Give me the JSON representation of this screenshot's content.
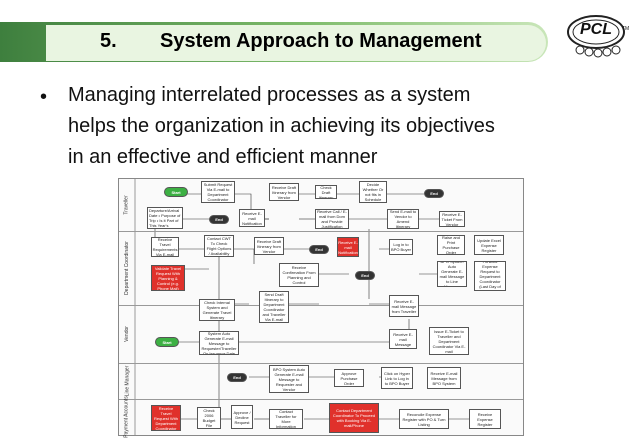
{
  "slide": {
    "number": "5.",
    "title": "System Approach to Management",
    "bullet_symbol": "•",
    "bullet_lines": [
      "Managing interrelated processes as a system",
      "helps the organization in achieving its objectives",
      "in an effective and efficient manner"
    ],
    "logo_text": "PCL",
    "logo_tm": "TM"
  },
  "flowchart": {
    "lanes": [
      {
        "label": "Traveller"
      },
      {
        "label": "Department Coordinator"
      },
      {
        "label": "Vendor"
      },
      {
        "label": "Line Manager"
      },
      {
        "label": "Payment Accounts"
      }
    ],
    "boxes": [
      {
        "id": "start1",
        "text": "Start",
        "kind": "green"
      },
      {
        "id": "b1",
        "text": "Submit Request Via E-mail to Department Coordinator",
        "kind": "plain"
      },
      {
        "id": "b2",
        "text": "Receive Draft Itinerary from Vendor",
        "kind": "plain"
      },
      {
        "id": "b3",
        "text": "Check Draft Itinerary",
        "kind": "plain"
      },
      {
        "id": "b4",
        "text": "Decide Whether Or not fits in Schedule",
        "kind": "plain"
      },
      {
        "id": "end1",
        "text": "End",
        "kind": "dark"
      },
      {
        "id": "b5",
        "text": "• Destination • Departure/Arrival Date • Purpose of Trip • Is it Part of This Year's Budget?",
        "kind": "plain"
      },
      {
        "id": "end2",
        "text": "End",
        "kind": "dark"
      },
      {
        "id": "b6",
        "text": "Receive E-mail Notification",
        "kind": "plain"
      },
      {
        "id": "b7",
        "text": "Receive Call / E-mail from Dom and Provide Justification",
        "kind": "plain"
      },
      {
        "id": "b8",
        "text": "Send E-mail to Vendor to Amend Itinerary",
        "kind": "plain"
      },
      {
        "id": "b9",
        "text": "Receive E-Ticket From Vendor",
        "kind": "plain"
      },
      {
        "id": "b10",
        "text": "Receive Travel Requirements Via E-mail",
        "kind": "plain"
      },
      {
        "id": "b11",
        "text": "Contact CWT To Check Flight Options / Availability",
        "kind": "plain"
      },
      {
        "id": "b12",
        "text": "Receive Draft Itinerary from Vendor",
        "kind": "plain"
      },
      {
        "id": "end3",
        "text": "End",
        "kind": "dark"
      },
      {
        "id": "r1",
        "text": "Receive E-mail Notification",
        "kind": "red"
      },
      {
        "id": "b13",
        "text": "Log in to BPO Buyer",
        "kind": "plain"
      },
      {
        "id": "b14",
        "text": "Raise and Print Purchase Order",
        "kind": "plain"
      },
      {
        "id": "b15",
        "text": "Update Excel Expense Register",
        "kind": "plain"
      },
      {
        "id": "r2",
        "text": "Validate Travel Request With Planning & Control (e.g. Phone Mail)",
        "kind": "red"
      },
      {
        "id": "b16",
        "text": "Receive Confirmation From Planning and Control",
        "kind": "plain"
      },
      {
        "id": "end4",
        "text": "End",
        "kind": "dark"
      },
      {
        "id": "b17",
        "text": "BPO System Auto Generate E-mail Message to Line Manager",
        "kind": "plain"
      },
      {
        "id": "b18",
        "text": "Forward Expense Request to Department Coordinator (Last Day of Each Month)",
        "kind": "plain"
      },
      {
        "id": "b19",
        "text": "Check Internal System and Generate Travel Itinerary",
        "kind": "plain"
      },
      {
        "id": "b20",
        "text": "Send Draft Itinerary to Department Coordinator and Traveller Via E-mail",
        "kind": "plain"
      },
      {
        "id": "b21",
        "text": "Receive E-mail Message from Traveller",
        "kind": "plain"
      },
      {
        "id": "start2",
        "text": "Start",
        "kind": "green"
      },
      {
        "id": "b22",
        "text": "System Auto Generate E-mail Message to Requester/Traveller On Issuance Date",
        "kind": "plain"
      },
      {
        "id": "b23",
        "text": "Receive E-mail Message",
        "kind": "plain"
      },
      {
        "id": "b24",
        "text": "Issue E-Ticket to Traveller and Department Coordinator Via E-mail",
        "kind": "plain"
      },
      {
        "id": "end5",
        "text": "End",
        "kind": "dark"
      },
      {
        "id": "b25",
        "text": "BPO System Auto Generate E-mail Message to Requester and Vendor",
        "kind": "plain"
      },
      {
        "id": "b26",
        "text": "Approve Purchase Order",
        "kind": "plain"
      },
      {
        "id": "b27",
        "text": "Click on Hyper Link to Log in to BPO Buyer",
        "kind": "plain"
      },
      {
        "id": "b28",
        "text": "Receive E-mail Message from BPO System",
        "kind": "plain"
      },
      {
        "id": "r3",
        "text": "Receive Travel Request With Department Coordinator",
        "kind": "red"
      },
      {
        "id": "b29",
        "text": "Check 2006 Budget File",
        "kind": "plain"
      },
      {
        "id": "b30",
        "text": "Approve / Decline Request",
        "kind": "plain"
      },
      {
        "id": "b31",
        "text": "Contact Traveller for More Information",
        "kind": "plain"
      },
      {
        "id": "r4",
        "text": "Contact Department Coordinator To Proceed with Booking Via E-mail/Phone",
        "kind": "red"
      },
      {
        "id": "b32",
        "text": "Reconcile Expense Register with PO & Turn Listing",
        "kind": "plain"
      },
      {
        "id": "b33",
        "text": "Receive Expense Register",
        "kind": "plain"
      }
    ]
  }
}
